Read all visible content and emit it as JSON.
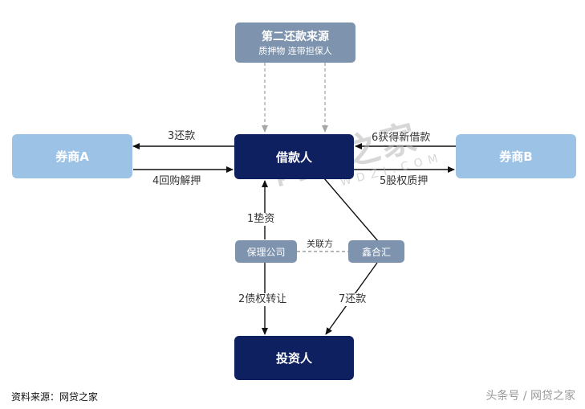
{
  "nodes": {
    "second_source": {
      "title": "第二还款来源",
      "subtitle": "质押物 连带担保人"
    },
    "borrower": {
      "label": "借款人"
    },
    "broker_a": {
      "label": "券商A"
    },
    "broker_b": {
      "label": "券商B"
    },
    "guarantee_company": {
      "label": "保理公司"
    },
    "xinhehui": {
      "label": "鑫合汇"
    },
    "investor": {
      "label": "投资人"
    }
  },
  "edges": {
    "e3": "3还款",
    "e4": "4回购解押",
    "e6": "6获得新借款",
    "e5": "5股权质押",
    "e1": "1垫资",
    "related": "关联方",
    "e2": "2债权转让",
    "e7": "7还款"
  },
  "watermark": {
    "main": "网贷之家",
    "url": "WDZJ.COM"
  },
  "footer": {
    "source": "资料来源：网贷之家",
    "brand": "头条号 / 网贷之家"
  },
  "colors": {
    "dark": "#0f2060",
    "light": "#9cc2e6",
    "gray": "#7e93ad",
    "dashed": "#a6a6a6"
  }
}
